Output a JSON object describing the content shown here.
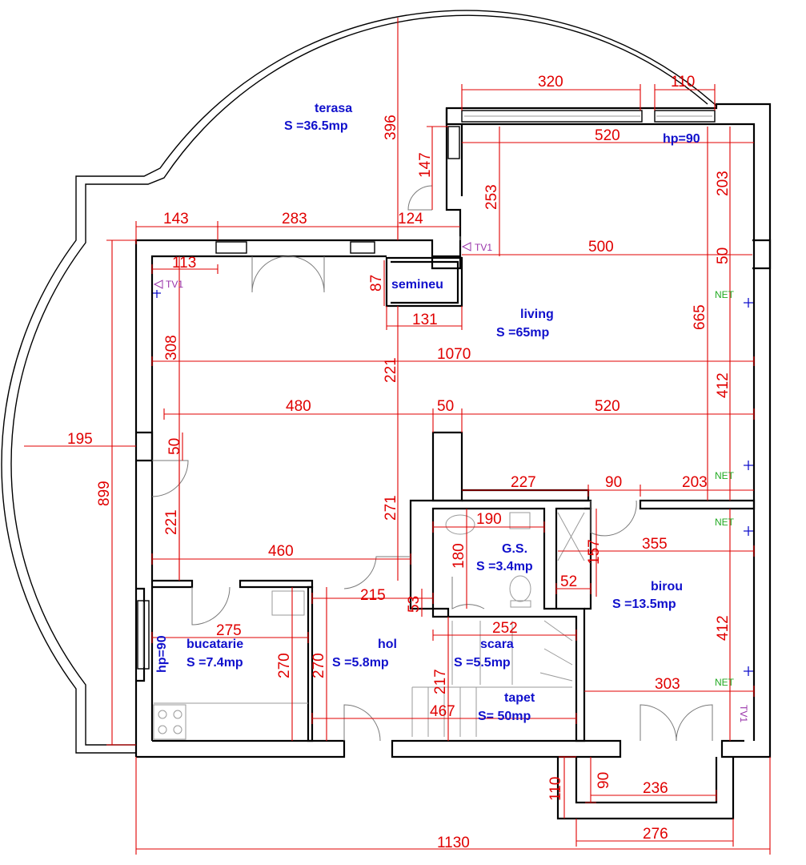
{
  "rooms": {
    "terasa": {
      "name": "terasa",
      "area": "S =36.5mp"
    },
    "living": {
      "name": "living",
      "area": "S =65mp"
    },
    "semineu": {
      "name": "semineu"
    },
    "gs": {
      "name": "G.S.",
      "area": "S =3.4mp"
    },
    "birou": {
      "name": "birou",
      "area": "S =13.5mp"
    },
    "bucatarie": {
      "name": "bucatarie",
      "area": "S =7.4mp"
    },
    "hol": {
      "name": "hol",
      "area": "S =5.8mp"
    },
    "scara": {
      "name": "scara",
      "area": "S =5.5mp"
    },
    "tapet": {
      "name": "tapet",
      "area": "S= 50mp"
    }
  },
  "labels": {
    "hp_living": "hp=90",
    "hp_kitchen": "hp=90",
    "tv1": "TV1",
    "net": "NET"
  },
  "dimensions": {
    "d320": "320",
    "d110_top": "110",
    "d396": "396",
    "d520_top": "520",
    "d147": "147",
    "d253": "253",
    "d203_top": "203",
    "d143": "143",
    "d283": "283",
    "d124": "124",
    "d500": "500",
    "d50_right": "50",
    "d113": "113",
    "d87": "87",
    "d131": "131",
    "d665": "665",
    "d308": "308",
    "d221_mid": "221",
    "d1070": "1070",
    "d412_top": "412",
    "d480": "480",
    "d50_mid": "50",
    "d520_mid": "520",
    "d195": "195",
    "d50_left": "50",
    "d899": "899",
    "d227": "227",
    "d90_mid": "90",
    "d203_mid": "203",
    "d271": "271",
    "d190": "190",
    "d221_left": "221",
    "d460": "460",
    "d180": "180",
    "d157": "157",
    "d355": "355",
    "d52": "52",
    "d215": "215",
    "d53": "53",
    "d252": "252",
    "d275": "275",
    "d412_bot": "412",
    "d270_a": "270",
    "d270_b": "270",
    "d217": "217",
    "d303": "303",
    "d467": "467",
    "d110_bot": "110",
    "d90_bot": "90",
    "d236": "236",
    "d276": "276",
    "d1130": "1130"
  },
  "colors": {
    "walls": "#000000",
    "dimensions": "#e00000",
    "room_labels": "#1010cc",
    "net": "#22aa22",
    "tv": "#9933aa"
  }
}
